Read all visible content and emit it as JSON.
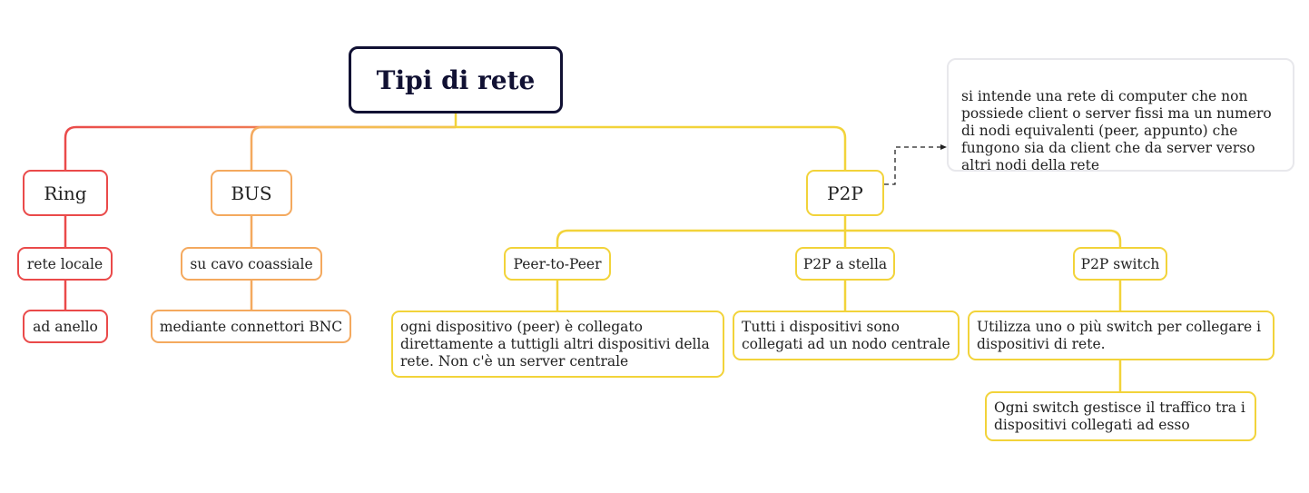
{
  "colors": {
    "root_border": "#111133",
    "ring_branch": "#ea4a4a",
    "bus_branch": "#f4a95e",
    "p2p_branch": "#f2d33a",
    "note_border": "#e8e8ec"
  },
  "root": {
    "label": "Tipi di rete"
  },
  "ring": {
    "label": "Ring",
    "children": [
      "rete locale",
      "ad anello"
    ]
  },
  "bus": {
    "label": "BUS",
    "children": [
      "su cavo coassiale",
      "mediante connettori BNC"
    ]
  },
  "p2p": {
    "label": "P2P",
    "note": "si intende una rete di computer che non\npossiede client o server fissi ma un numero\ndi nodi equivalenti (peer, appunto) che\nfungono sia da client che da server verso\naltri nodi della rete",
    "peer_to_peer": {
      "label": "Peer-to-Peer",
      "description": "ogni dispositivo (peer) è collegato\ndirettamente a tuttigli altri dispositivi della\nrete. Non c'è un server centrale"
    },
    "stella": {
      "label": "P2P a stella",
      "description": "Tutti i dispositivi sono\ncollegati ad un nodo centrale"
    },
    "switch": {
      "label": "P2P switch",
      "description": "Utilizza uno o più switch per collegare i\ndispositivi di rete.",
      "detail": "Ogni switch gestisce il traffico tra i\ndispositivi collegati ad esso"
    }
  }
}
